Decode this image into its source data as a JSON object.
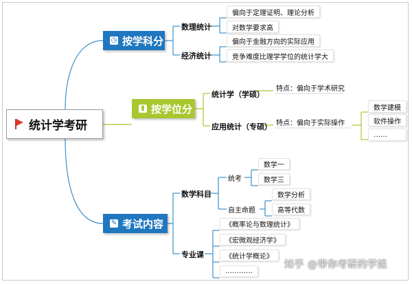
{
  "root": {
    "label": "统计学考研",
    "icon": "flag-icon",
    "flag_color": "#e0382d"
  },
  "branches": {
    "subject": {
      "label": "按学科分",
      "icon": "clock-icon",
      "color": "#1f77c0",
      "groups": [
        {
          "label": "数理统计",
          "leaves": [
            "偏向于定理证明、理论分析",
            "对数学要求高"
          ]
        },
        {
          "label": "经济统计",
          "leaves": [
            "偏向于金融方向的实际应用",
            "竞争难度比理学学位的统计学大"
          ]
        }
      ]
    },
    "degree": {
      "label": "按学位分",
      "icon": "bar-chart-icon",
      "color": "#a9c72f",
      "groups": [
        {
          "label": "统计学（学硕）",
          "feature": "特点：偏向于学术研究"
        },
        {
          "label": "应用统计（专硕）",
          "feature": "特点：偏向于实际操作",
          "leaves": [
            "数学建模",
            "软件操作",
            "……"
          ]
        }
      ]
    },
    "exam": {
      "label": "考试内容",
      "icon": "pencil-icon",
      "color": "#1f77c0",
      "groups": [
        {
          "label": "数学科目",
          "subgroups": [
            {
              "label": "统考",
              "leaves": [
                "数学一",
                "数学三"
              ]
            },
            {
              "label": "自主命题",
              "leaves": [
                "数学分析",
                "高等代数"
              ]
            }
          ]
        },
        {
          "label": "专业课",
          "leaves": [
            "《概率论与数理统计》",
            "《宏微观经济学》",
            "《统计学概论》",
            "…………"
          ]
        }
      ]
    }
  },
  "watermark": "知乎 @带你考研的学姐"
}
